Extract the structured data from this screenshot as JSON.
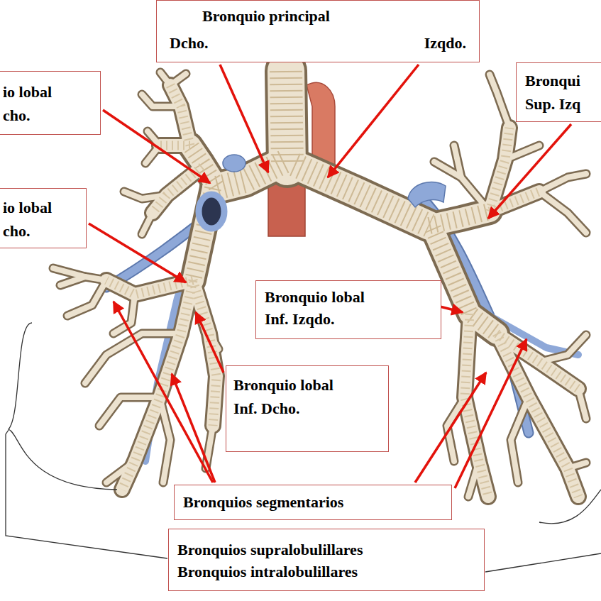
{
  "diagram": {
    "nodes": [
      {
        "text": [
          "Bronquio principal",
          "Dcho.",
          "Izqdo."
        ]
      },
      {
        "text": [
          "io lobal cho."
        ]
      },
      {
        "text": [
          "Bronqui Sup. Izq"
        ]
      },
      {
        "text": [
          "io lobal cho."
        ]
      },
      {
        "text": [
          "Bronquio lobal Inf. Izqdo."
        ]
      },
      {
        "text": [
          "Bronquio lobal Inf. Dcho."
        ]
      },
      {
        "text": [
          "Bronquios segmentarios"
        ]
      },
      {
        "text": [
          "Bronquios supralobulillares",
          "Bronquios intralobulillares"
        ]
      }
    ]
  }
}
